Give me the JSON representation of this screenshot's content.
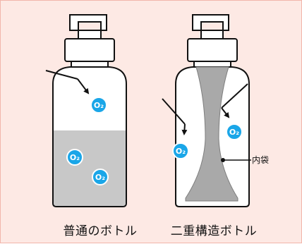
{
  "colors": {
    "background": "#fde9e4",
    "border": "#f2b6ab",
    "bottle_fill": "#ffffff",
    "bottle_stroke": "#111111",
    "liquid": "#c8c8c8",
    "inner_bag": "#a9a9a9",
    "oxygen": "#1aa6e8"
  },
  "oxygen": {
    "label": "O₂"
  },
  "bottles": [
    {
      "caption": "普通のボトル"
    },
    {
      "caption": "二重構造ボトル",
      "inner_bag_label": "内袋"
    }
  ]
}
